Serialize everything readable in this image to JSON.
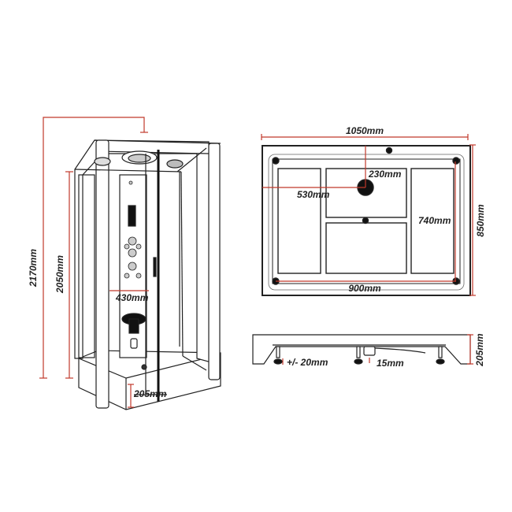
{
  "colors": {
    "dimension": "#c0392b",
    "outline": "#222222",
    "fill": "#ffffff"
  },
  "cabin_view": {
    "labels": {
      "total_height": "2170mm",
      "cabin_height": "2050mm",
      "panel_width": "430mm",
      "tray_height": "205mm"
    }
  },
  "top_view": {
    "labels": {
      "overall_width": "1050mm",
      "overall_depth": "850mm",
      "inner_width": "900mm",
      "inner_depth": "740mm",
      "drain_from_back": "230mm",
      "drain_from_side": "530mm"
    }
  },
  "side_view": {
    "labels": {
      "leg_adjust": "+/- 20mm",
      "drain_clearance": "15mm",
      "tray_height": "205mm"
    }
  }
}
